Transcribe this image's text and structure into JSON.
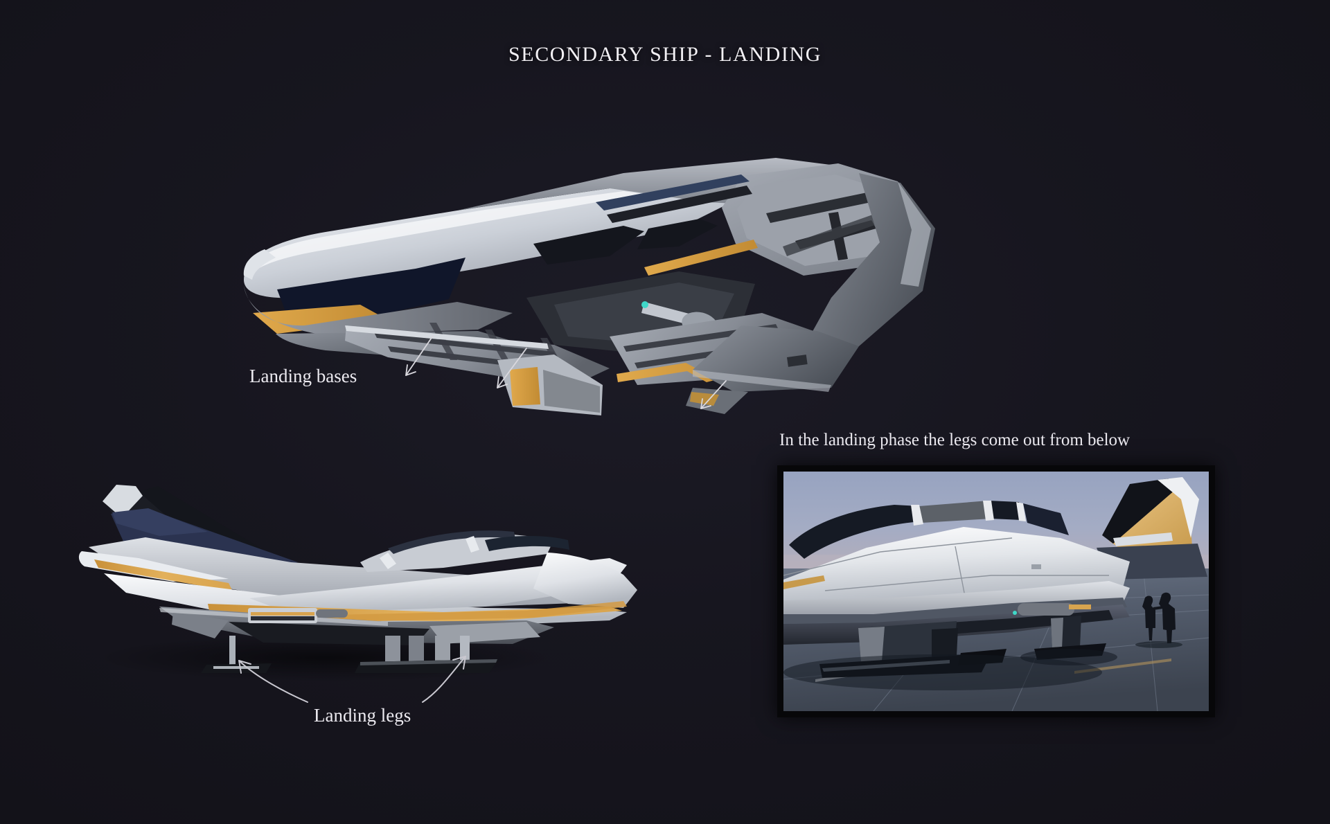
{
  "page": {
    "title": "SECONDARY SHIP - LANDING",
    "background_color": "#17161f",
    "text_color": "#eceaf0"
  },
  "annotations": {
    "landing_bases_label": "Landing bases",
    "landing_legs_label": "Landing legs",
    "inset_caption": "In the landing phase the legs come out from below"
  },
  "views": {
    "top_view": {
      "name": "three-quarter underside view of secondary ship",
      "accent_color": "#d9a244",
      "hull_light": "#cfd3da",
      "hull_mid": "#9aa0aa",
      "hull_dark": "#5c6069",
      "canopy_color": "#11172b",
      "indicator_light_color": "#3fd8c8",
      "arrow_count": 3
    },
    "side_view": {
      "name": "side profile of ship resting on landing legs",
      "accent_color": "#d9a244",
      "hull_light": "#e6e8ec",
      "hull_mid": "#a7acb5",
      "fin_color": "#2a3350",
      "leg_color": "#8d929b",
      "arrow_count": 2
    },
    "inset_render": {
      "name": "hangar render with two human figures for scale",
      "sky_color": "#9aa6c2",
      "floor_color": "#4e5costruct",
      "frame_color": "#070709",
      "accent_color": "#d9b06a",
      "figure_count": 2
    }
  }
}
